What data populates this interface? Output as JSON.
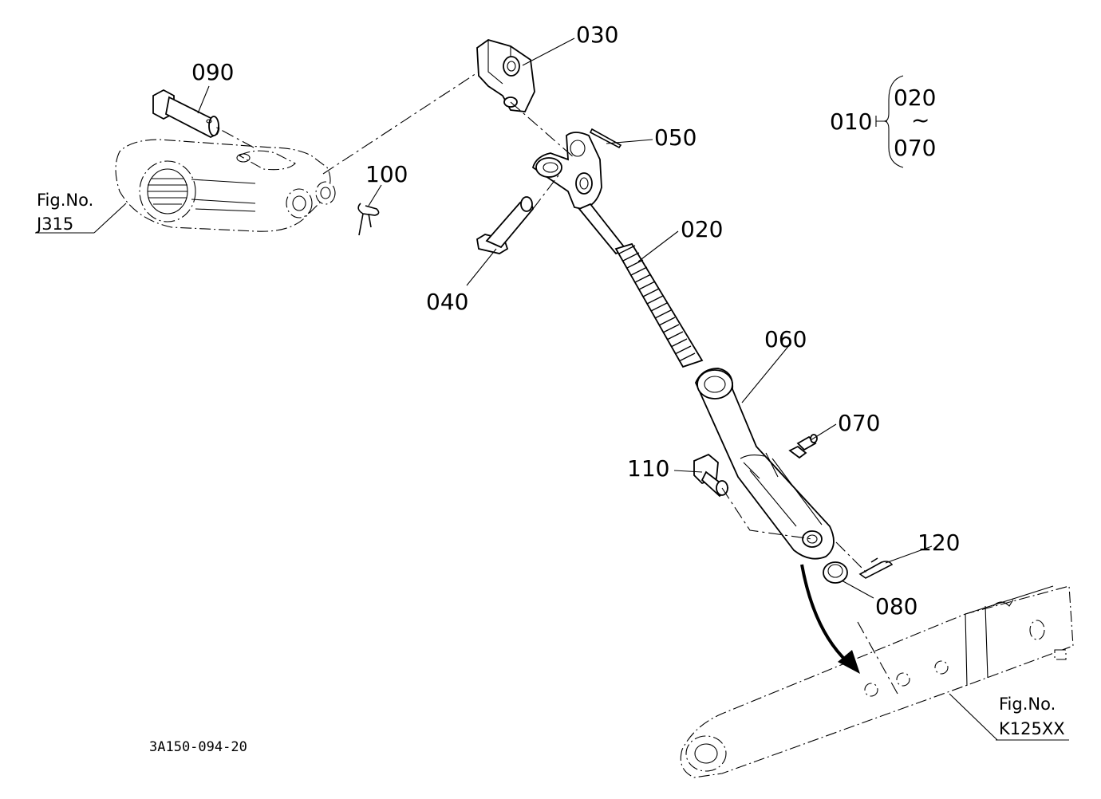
{
  "diagram": {
    "callouts": [
      {
        "id": "c030",
        "label": "030"
      },
      {
        "id": "c090",
        "label": "090"
      },
      {
        "id": "c050",
        "label": "050"
      },
      {
        "id": "c100",
        "label": "100"
      },
      {
        "id": "c020",
        "label": "020"
      },
      {
        "id": "c040",
        "label": "040"
      },
      {
        "id": "c060",
        "label": "060"
      },
      {
        "id": "c070",
        "label": "070"
      },
      {
        "id": "c110",
        "label": "110"
      },
      {
        "id": "c120",
        "label": "120"
      },
      {
        "id": "c080",
        "label": "080"
      }
    ],
    "assembly_range": {
      "parent": "010",
      "from": "020",
      "tilde": "~",
      "to": "070"
    },
    "references": [
      {
        "fig_label": "Fig.No.",
        "fig_no": "J315"
      },
      {
        "fig_label": "Fig.No.",
        "fig_no": "K125XX"
      }
    ],
    "drawing_code": "3A150-094-20"
  }
}
